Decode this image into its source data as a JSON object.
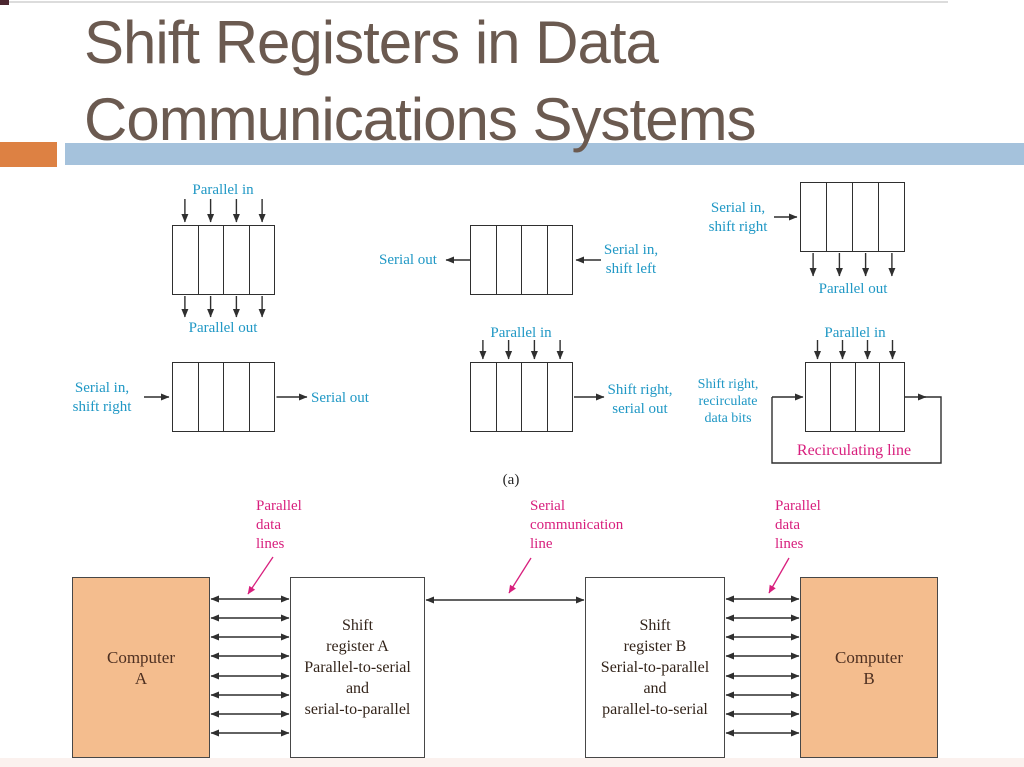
{
  "slide": {
    "title_line1": "Shift Registers in Data",
    "title_line2": "Communications Systems"
  },
  "figure_a": {
    "caption": "(a)",
    "reg_parallel_in_out": {
      "top": "Parallel in",
      "bottom": "Parallel out"
    },
    "reg_shift_left": {
      "left": "Serial out",
      "right_l1": "Serial in,",
      "right_l2": "shift left"
    },
    "reg_serial_in_parallel_out": {
      "left_l1": "Serial in,",
      "left_l2": "shift right",
      "bottom": "Parallel out"
    },
    "reg_serial_in_serial_out": {
      "left_l1": "Serial in,",
      "left_l2": "shift right",
      "right": "Serial out"
    },
    "reg_parallel_in_serial_out": {
      "top": "Parallel in",
      "right_l1": "Shift right,",
      "right_l2": "serial out"
    },
    "reg_recirculating": {
      "top": "Parallel in",
      "left_l1": "Shift right,",
      "left_l2": "recirculate",
      "left_l3": "data bits",
      "loop": "Recirculating line"
    }
  },
  "figure_b": {
    "computer_a": {
      "l1": "Computer",
      "l2": "A"
    },
    "shift_register_a": {
      "l1": "Shift",
      "l2": "register A",
      "l3": "Parallel-to-serial",
      "l4": "and",
      "l5": "serial-to-parallel"
    },
    "shift_register_b": {
      "l1": "Shift",
      "l2": "register B",
      "l3": "Serial-to-parallel",
      "l4": "and",
      "l5": "parallel-to-serial"
    },
    "computer_b": {
      "l1": "Computer",
      "l2": "B"
    },
    "parallel_left": {
      "l1": "Parallel",
      "l2": "data",
      "l3": "lines"
    },
    "serial": {
      "l1": "Serial",
      "l2": "communication",
      "l3": "line"
    },
    "parallel_right": {
      "l1": "Parallel",
      "l2": "data",
      "l3": "lines"
    }
  },
  "colors": {
    "teal_label": "#2098c5",
    "magenta_label": "#d81f7d",
    "accent_orange": "#dd8143",
    "accent_blue_bar": "#a5c2dc",
    "computer_box_fill": "#f4bd8e",
    "title_text": "#6b5a50",
    "diagram_line": "#2f2f2f"
  }
}
